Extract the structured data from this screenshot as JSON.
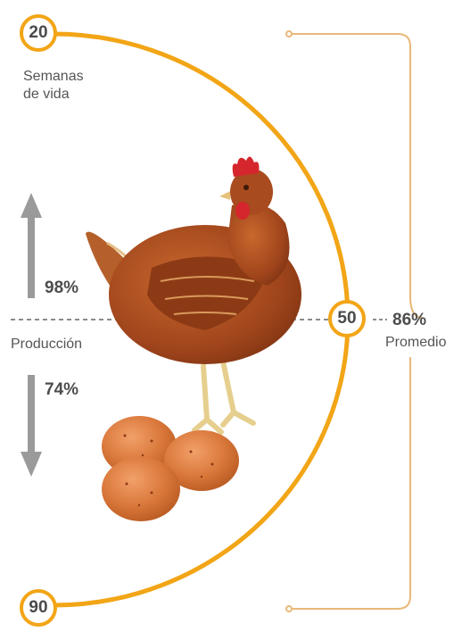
{
  "milestones": {
    "start": {
      "value": "20",
      "label_line1": "Semanas",
      "label_line2": "de vida"
    },
    "middle": {
      "value": "50"
    },
    "end": {
      "value": "90"
    }
  },
  "production": {
    "high": "98%",
    "low": "74%",
    "label": "Producción"
  },
  "average": {
    "value": "86%",
    "label": "Promedio"
  },
  "colors": {
    "accent": "#f2a516",
    "bracket": "#e8b878",
    "arrow": "#9a9a9a",
    "hen": "#a0451c",
    "egg": "#d9773a"
  }
}
